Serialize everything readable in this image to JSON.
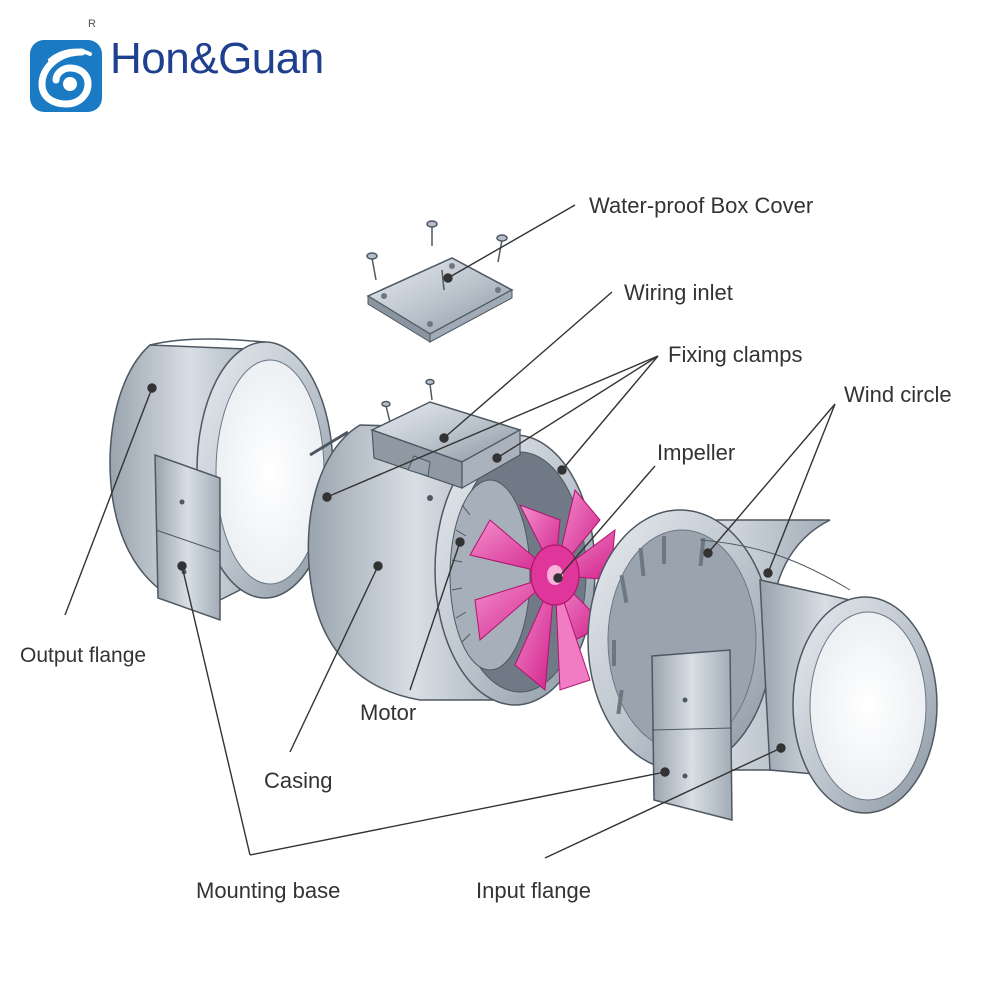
{
  "brand": {
    "name": "Hon&Guan",
    "registered_mark": "R",
    "logo_icon": "hon-guan-logo-icon",
    "primary_color": "#1a7ac4",
    "dark_color": "#1f3f8f"
  },
  "colors": {
    "metal_light": "#dfe4ea",
    "metal_mid": "#b6bfc9",
    "metal_dark": "#7d8894",
    "outline": "#4e5862",
    "impeller": "#e0359a",
    "impeller_light": "#f27cc4",
    "leader": "#333333"
  },
  "labels": {
    "box_cover": "Water-proof Box Cover",
    "wiring_inlet": "Wiring inlet",
    "fixing_clamps": "Fixing clamps",
    "wind_circle": "Wind circle",
    "impeller": "Impeller",
    "output_flange": "Output flange",
    "motor": "Motor",
    "casing": "Casing",
    "mounting_base": "Mounting base",
    "input_flange": "Input flange"
  }
}
